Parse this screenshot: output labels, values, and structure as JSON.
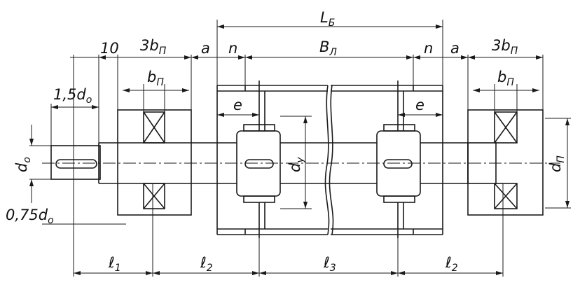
{
  "labels": {
    "l_b": {
      "main": "L",
      "sub": "Б"
    },
    "num_10": "10",
    "b3_left": {
      "main": "3b",
      "sub": "П"
    },
    "b3_right": {
      "main": "3b",
      "sub": "П"
    },
    "a_left": "a",
    "a_right": "a",
    "n_left": "n",
    "n_right": "n",
    "b_l": {
      "main": "B",
      "sub": "Л"
    },
    "bp_left": {
      "main": "b",
      "sub": "П"
    },
    "bp_right": {
      "main": "b",
      "sub": "П"
    },
    "d15": {
      "main": "1,5d",
      "sub": "o"
    },
    "e_left": "e",
    "e_right": "e",
    "d_o": {
      "main": "d",
      "sub": "o"
    },
    "d_y": {
      "main": "d",
      "sub": "y"
    },
    "d_p": {
      "main": "d",
      "sub": "П"
    },
    "d075": {
      "main": "0,75d",
      "sub": "o"
    },
    "l1": {
      "main": "ℓ",
      "sub": "1"
    },
    "l2_left": {
      "main": "ℓ",
      "sub": "2"
    },
    "l3": {
      "main": "ℓ",
      "sub": "3"
    },
    "l2_right": {
      "main": "ℓ",
      "sub": "2"
    }
  },
  "colors": {
    "line": "#1a1a1a",
    "fill": "#ffffff"
  }
}
